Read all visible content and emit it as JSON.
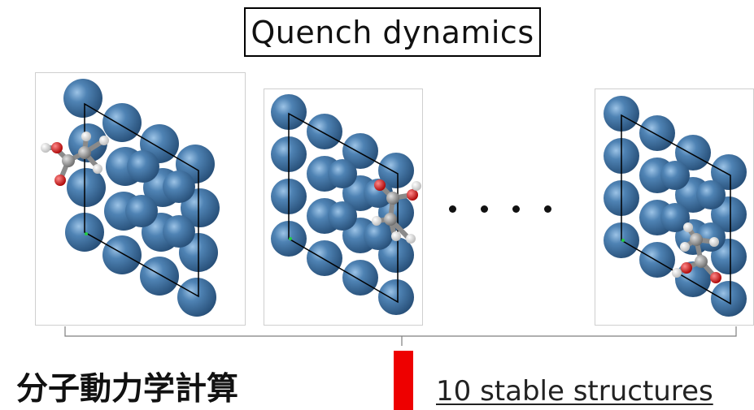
{
  "title": "Quench dynamics",
  "left_label": "分子動力学計算",
  "result_label": "10 stable structures",
  "ellipsis": "・・・・",
  "colors": {
    "surface_atom": "#3e6fa0",
    "carbon": "#8a8a8a",
    "oxygen": "#dd1111",
    "hydrogen": "#f2f2f2",
    "highlight_bar": "#ee0000"
  },
  "panels": [
    {
      "name": "structure-1",
      "molecule_position": "upper-left"
    },
    {
      "name": "structure-2",
      "molecule_position": "center-right"
    },
    {
      "name": "structure-10",
      "molecule_position": "lower-right"
    }
  ]
}
